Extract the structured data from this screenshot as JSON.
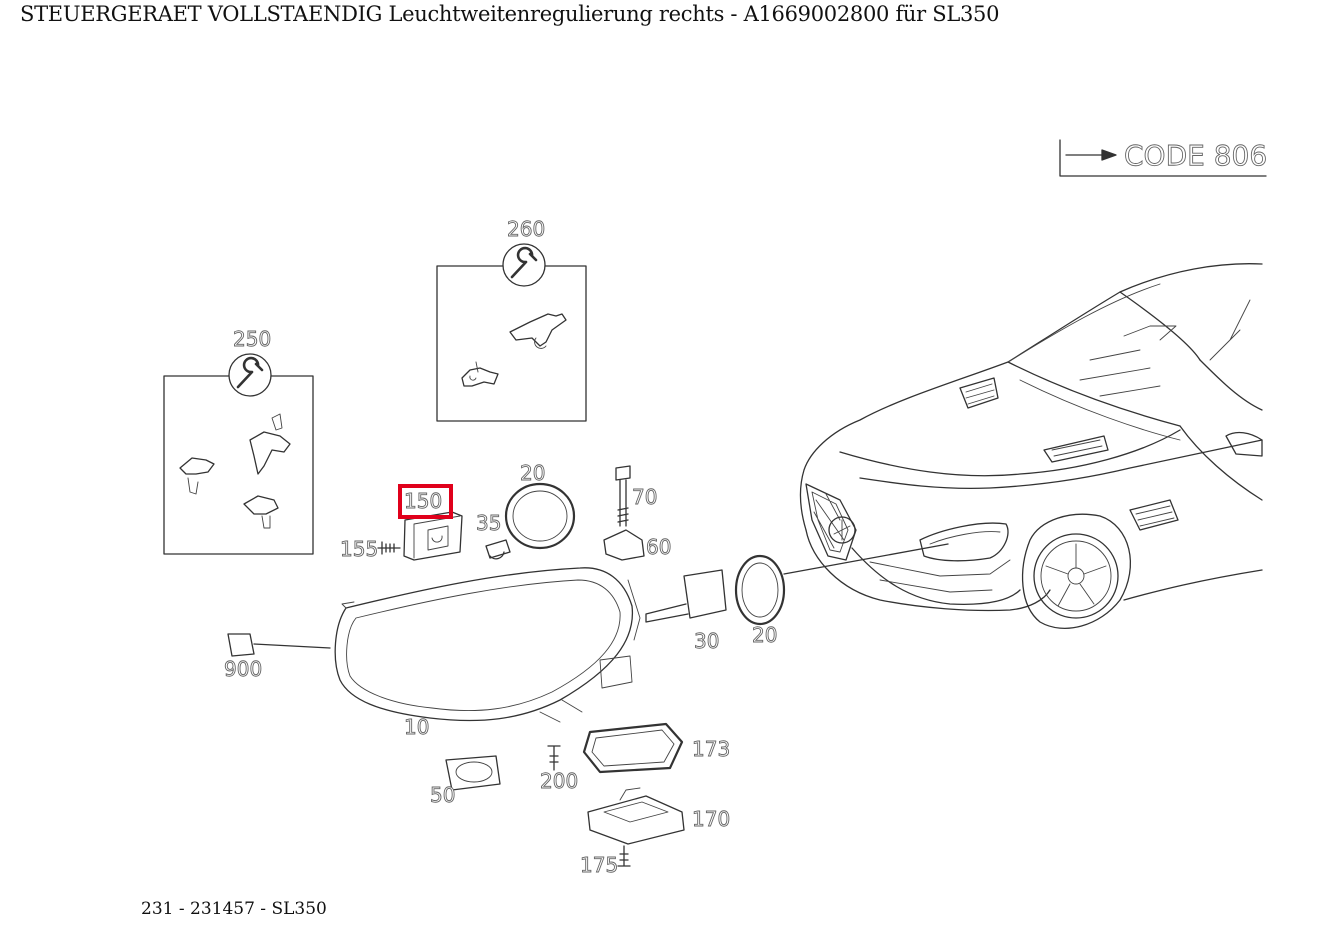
{
  "title": "STEUERGERAET VOLLSTAENDIG Leuchtweitenregulierung rechts - A1669002800 für SL350",
  "footer": "231 - 231457 - SL350",
  "code_box": {
    "label": "CODE 806"
  },
  "highlight_color": "#e0001b",
  "highlighted_part": "150",
  "icons": {
    "kit_250": "wrench-icon",
    "kit_260": "wrench-icon"
  },
  "parts": {
    "p10": "10",
    "p20a": "20",
    "p20b": "20",
    "p30": "30",
    "p35": "35",
    "p50": "50",
    "p60": "60",
    "p70": "70",
    "p150": "150",
    "p155": "155",
    "p170": "170",
    "p173": "173",
    "p175": "175",
    "p200": "200",
    "p250": "250",
    "p260": "260",
    "p900": "900"
  }
}
